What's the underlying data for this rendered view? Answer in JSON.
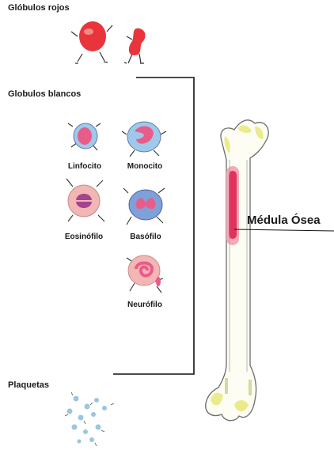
{
  "sections": {
    "red": "Glóbulos rojos",
    "white": "Globulos blancos",
    "platelets": "Plaquetas"
  },
  "cells": {
    "lymphocyte": "Linfocito",
    "monocyte": "Monocito",
    "eosinophil": "Eosinófilo",
    "basophil": "Basófilo",
    "neutrophil": "Neurófilo"
  },
  "bone": {
    "label": "Médula Ósea"
  },
  "colors": {
    "red_cell": "#e8343a",
    "marrow": "#e2315a",
    "bone_shade": "#eaeb8a",
    "cell_blue": "#9fc8ea",
    "cell_pink": "#e95c8a",
    "eosin_bg": "#f2b6b4",
    "eosin_core": "#a5438e",
    "platelet": "#9cc5df"
  }
}
